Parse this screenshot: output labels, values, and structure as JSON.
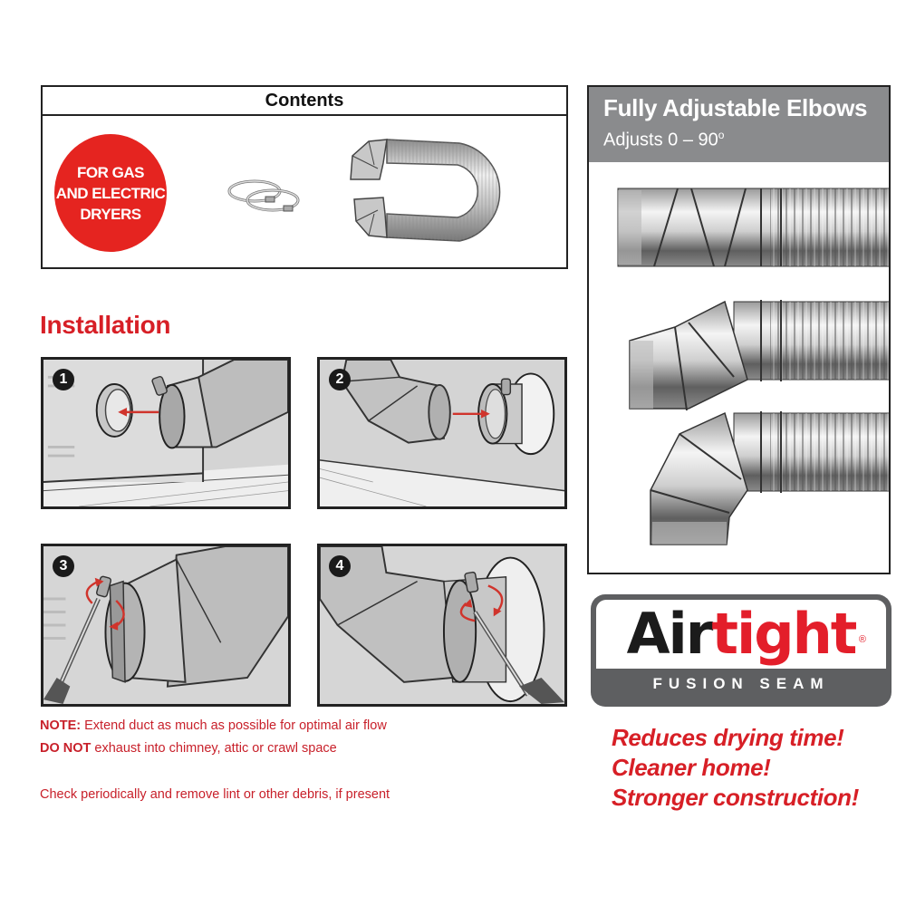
{
  "contents": {
    "title": "Contents",
    "badge": {
      "lines": [
        "FOR GAS",
        "AND ELECTRIC",
        "DRYERS"
      ],
      "color": "#e52420"
    },
    "items": [
      "hose-clamps",
      "flexible-duct-with-elbows"
    ]
  },
  "installation": {
    "title": "Installation",
    "steps": [
      {
        "number": "1"
      },
      {
        "number": "2"
      },
      {
        "number": "3"
      },
      {
        "number": "4"
      }
    ]
  },
  "notes": {
    "note_label": "NOTE:",
    "note_text": " Extend duct as much as possible for optimal air flow",
    "donot_label": "DO NOT",
    "donot_text": " exhaust into chimney, attic or crawl space",
    "check_text": "Check periodically and remove lint or other debris, if present"
  },
  "elbows": {
    "title": "Fully Adjustable Elbows",
    "subtitle": "Adjusts 0 – 90",
    "degree": "o",
    "header_color": "#8a8b8d"
  },
  "logo": {
    "air": "Air",
    "tight": "tight",
    "registered": "®",
    "subtitle": "FUSION SEAM"
  },
  "benefits": [
    "Reduces drying time!",
    "Cleaner home!",
    "Stronger construction!"
  ],
  "colors": {
    "brand_red": "#d71f26",
    "logo_gray": "#5e5f61"
  }
}
